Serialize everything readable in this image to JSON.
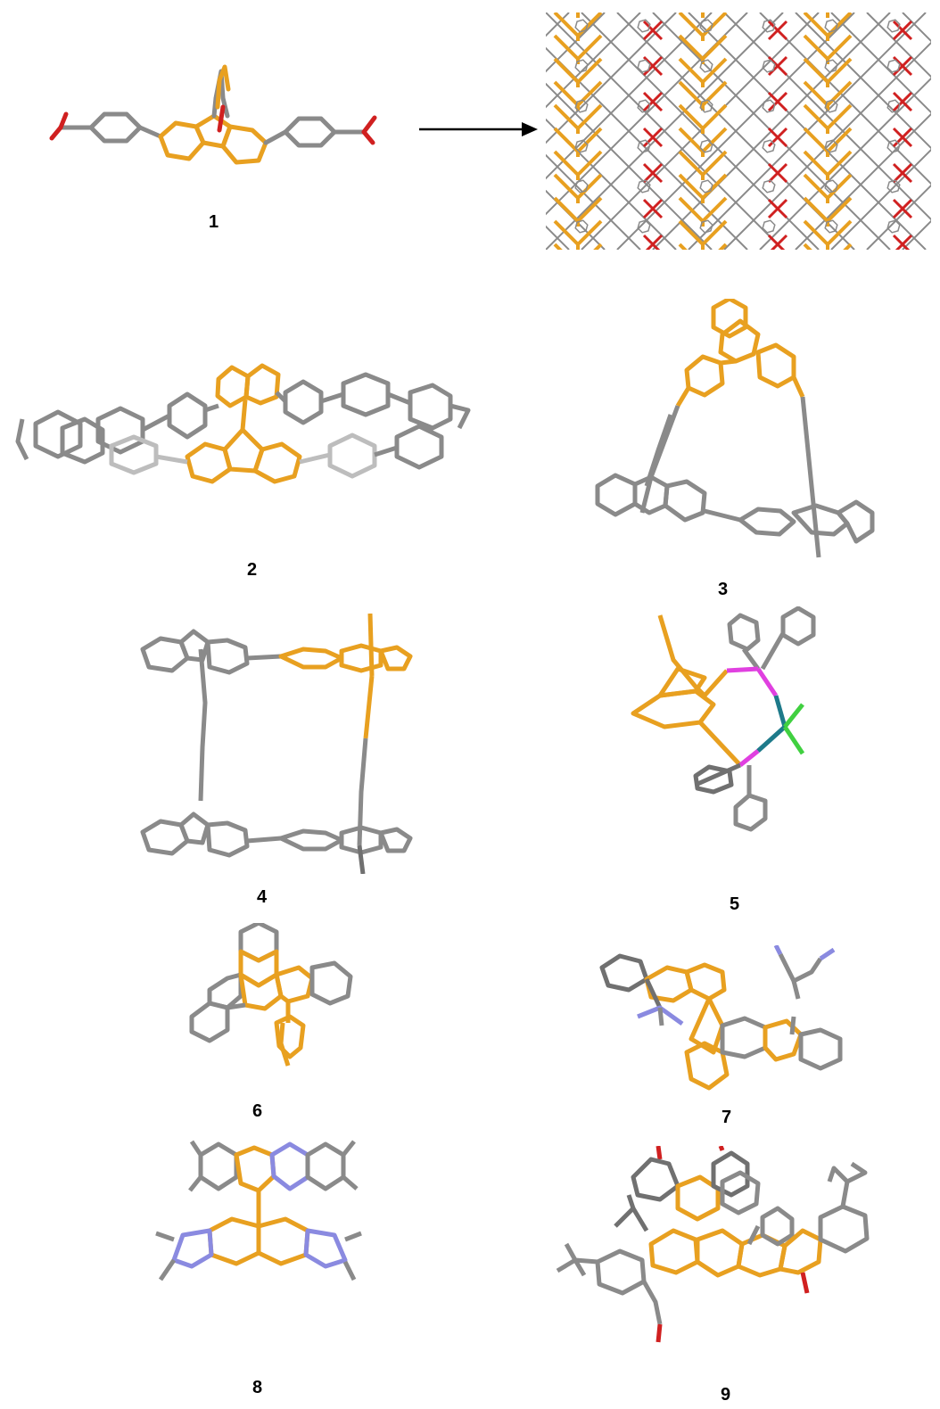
{
  "labels": {
    "c1": "1",
    "c2": "2",
    "c3": "3",
    "c4": "4",
    "c5": "5",
    "c6": "6",
    "c7": "7",
    "c8": "8",
    "c9": "9"
  },
  "colors": {
    "orange": "#E8A020",
    "gray": "#8A8A8A",
    "darkgray": "#707070",
    "lightgray": "#BDBDBD",
    "red": "#D02020",
    "blue": "#8A8AE0",
    "magenta": "#E040E0",
    "green": "#40D040",
    "teal": "#1E7A8A"
  }
}
